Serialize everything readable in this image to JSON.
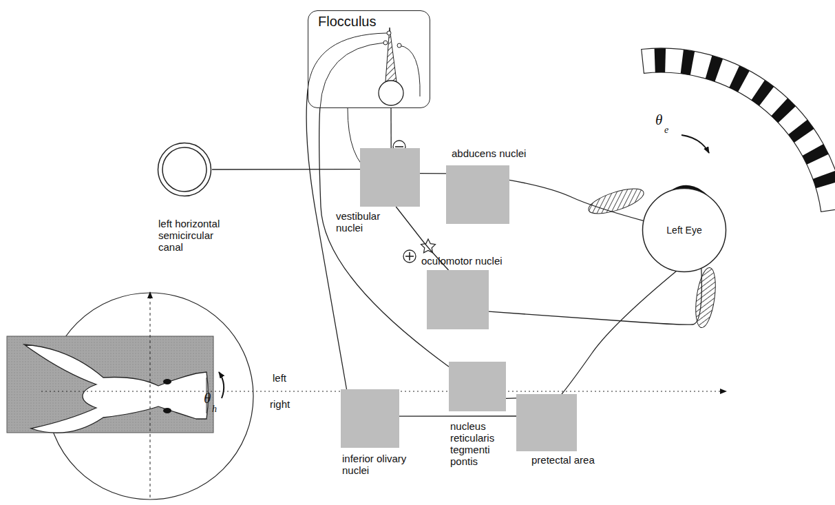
{
  "diagram": {
    "nodes": [
      {
        "text": [
          "Flocculus"
        ]
      },
      {
        "text": [
          "abducens nuclei"
        ]
      },
      {
        "text": [
          "vestibular nuclei"
        ]
      },
      {
        "text": [
          "left horizontal semicircular canal"
        ]
      },
      {
        "text": [
          "oculomotor nuclei"
        ]
      },
      {
        "text": [
          "Left Eye"
        ]
      },
      {
        "text": [
          "inferior olivary nuclei"
        ]
      },
      {
        "text": [
          "nucleus reticularis tegmenti pontis"
        ]
      },
      {
        "text": [
          "pretectal area"
        ]
      }
    ],
    "edges": [
      {
        "from": 3,
        "to": 2,
        "arrow": "none"
      },
      {
        "from": 2,
        "to": 1,
        "arrow": "none"
      },
      {
        "from": 2,
        "to": 4,
        "arrow": "none"
      },
      {
        "from": 1,
        "to": 5,
        "arrow": "none"
      },
      {
        "from": 4,
        "to": 5,
        "arrow": "none"
      },
      {
        "from": 5,
        "to": 8,
        "arrow": "none"
      },
      {
        "from": 8,
        "to": 7,
        "arrow": "none"
      },
      {
        "from": 8,
        "to": 6,
        "arrow": "none"
      },
      {
        "from": 7,
        "to": 0,
        "arrow": "none"
      },
      {
        "from": 6,
        "to": 0,
        "arrow": "none"
      },
      {
        "from": 0,
        "to": 2,
        "arrow": "none"
      }
    ],
    "labels": [
      "left",
      "right",
      "θ",
      "h",
      "θ",
      "e"
    ]
  }
}
